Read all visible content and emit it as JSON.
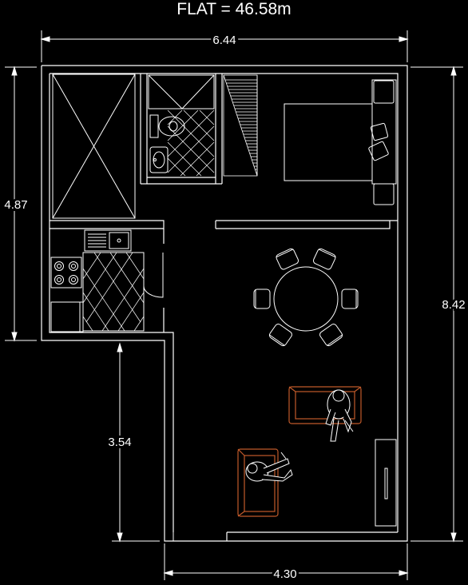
{
  "title": "FLAT = 46.58m",
  "dimensions": {
    "top_width": "6.44",
    "left_height": "4.87",
    "right_height": "8.42",
    "lower_left_height": "3.54",
    "bottom_width": "4.30"
  },
  "colors": {
    "background": "#000000",
    "walls": "#ffffff",
    "sofa": "#c05a2a"
  }
}
